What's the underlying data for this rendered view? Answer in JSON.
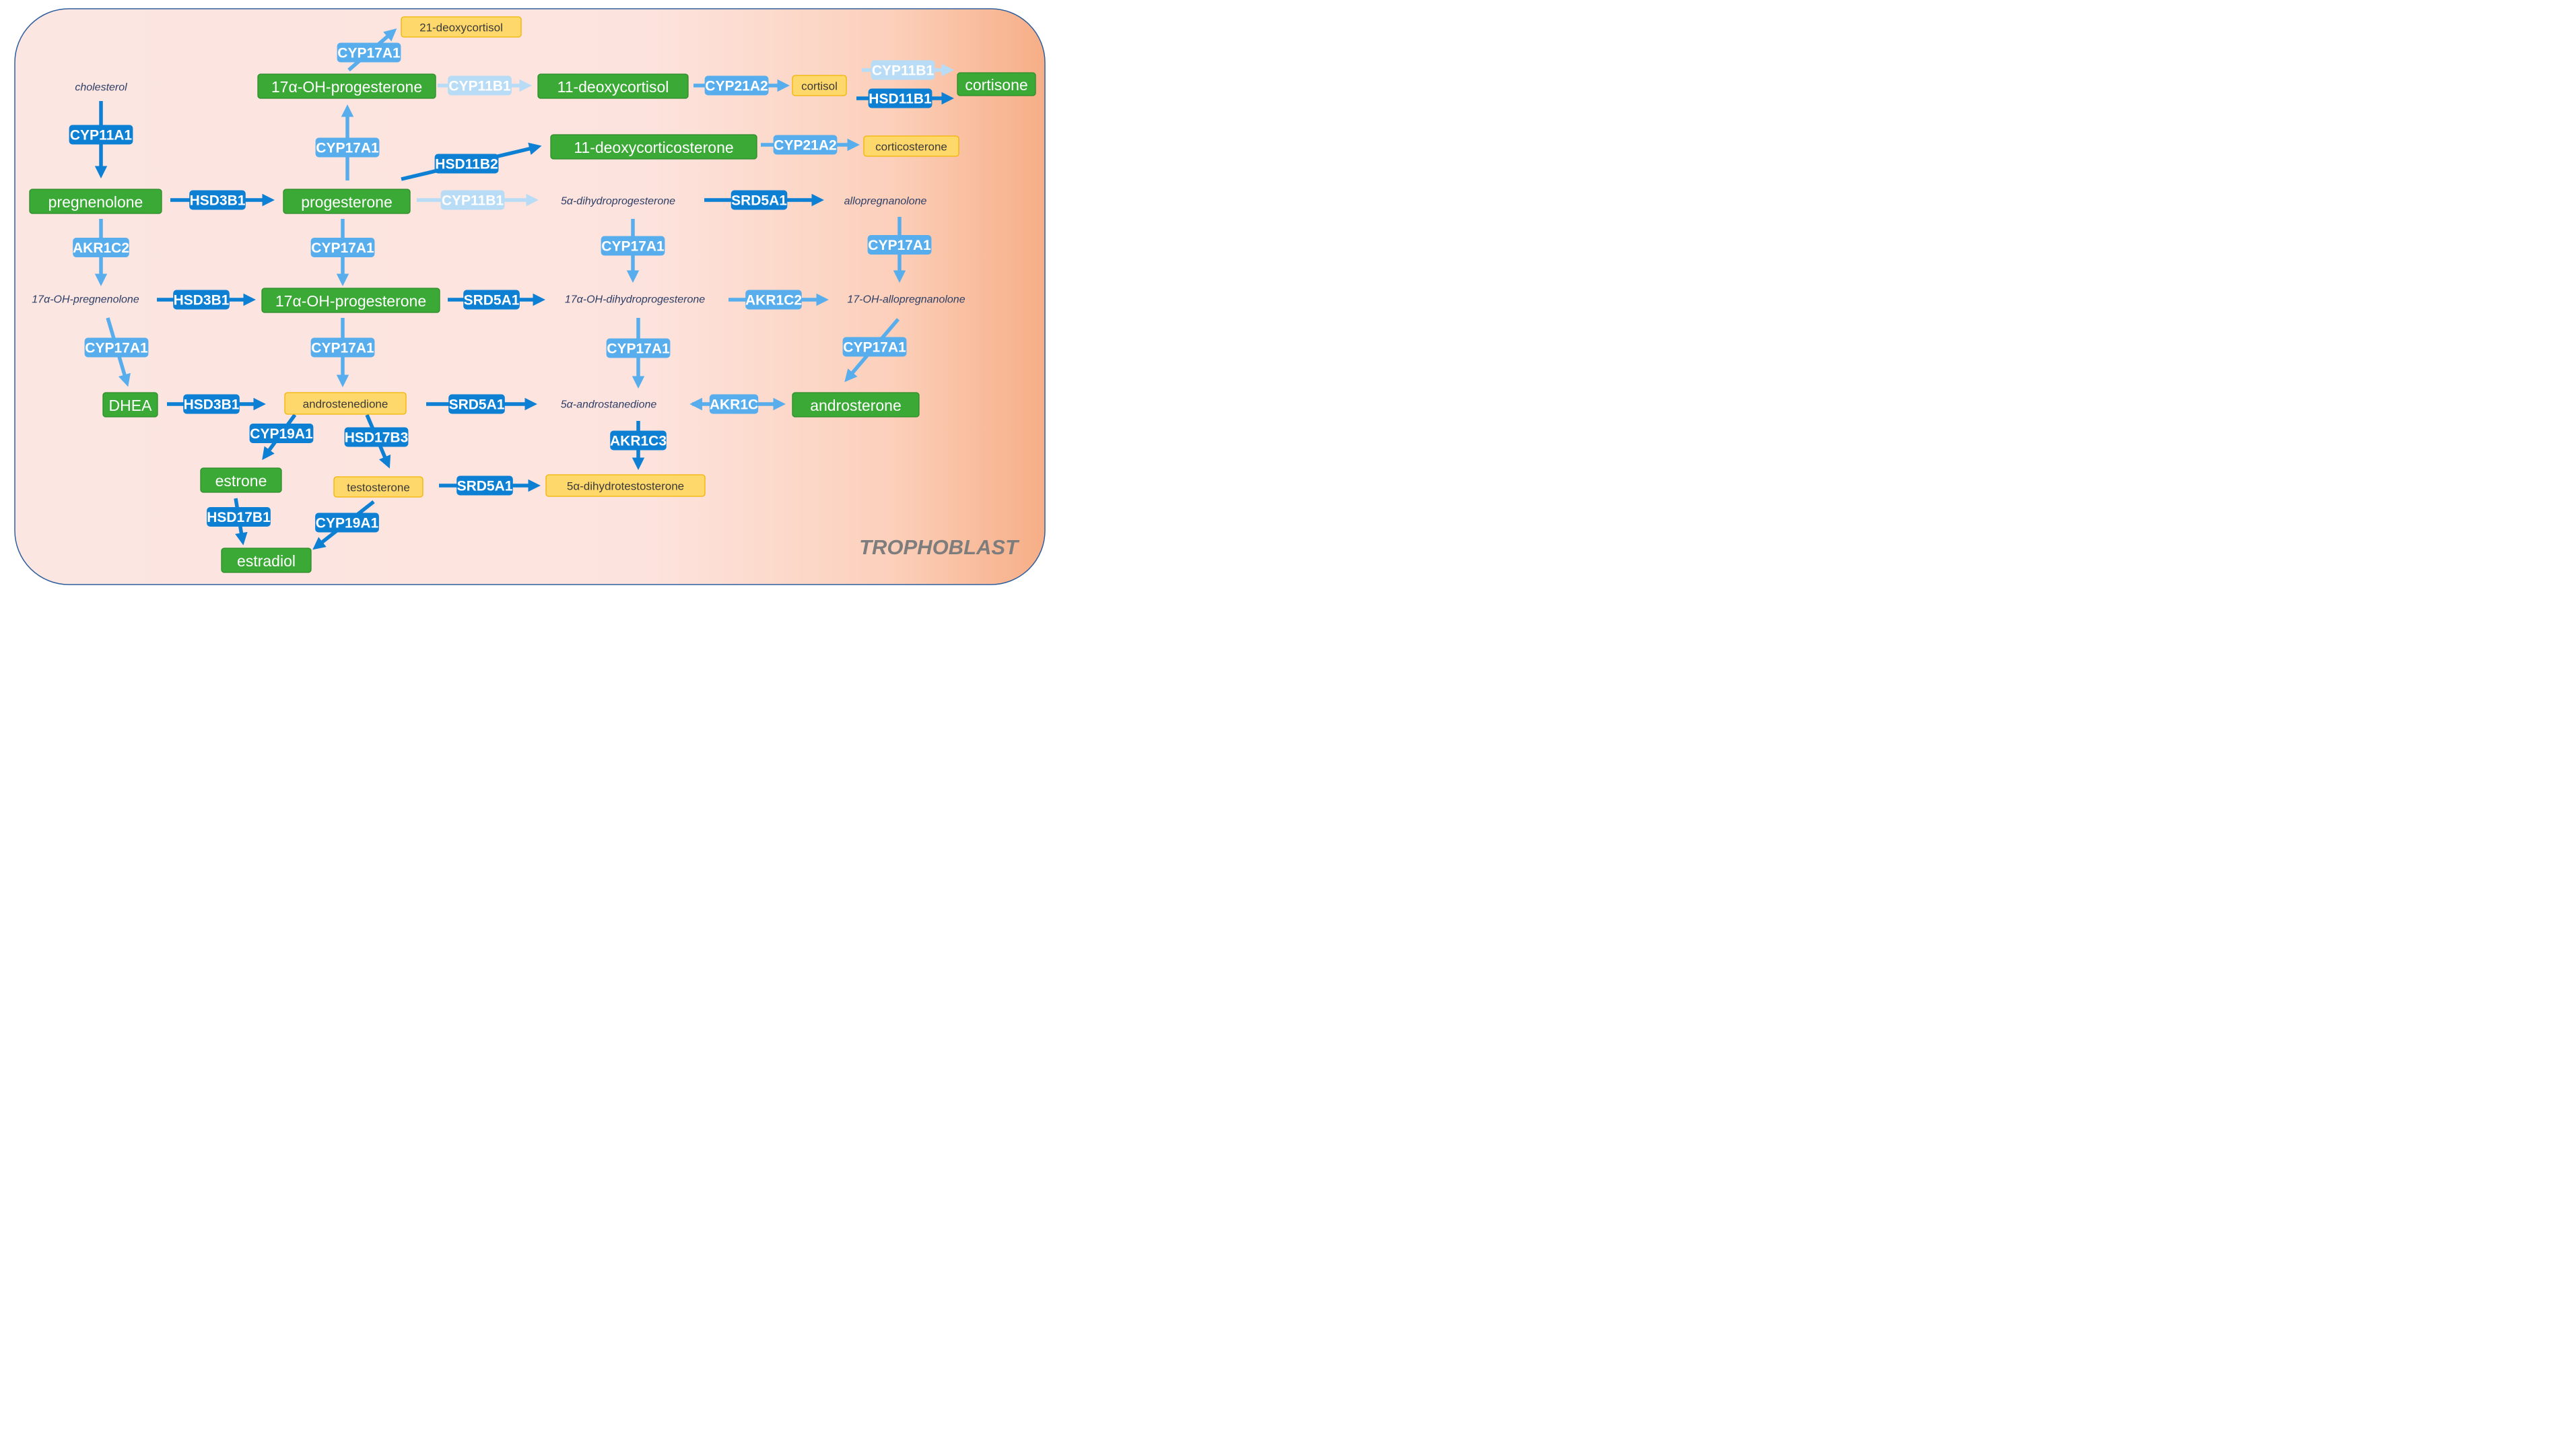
{
  "colors": {
    "green": "#3aa935",
    "green_border": "#2e8b2a",
    "yellow": "#ffd86b",
    "yellow_border": "#f2b400",
    "enzyme_dark": "#0d80d4",
    "enzyme_mid": "#58aeec",
    "enzyme_light": "#b8dcf6",
    "text_italic": "#2d3e66",
    "container_border": "#2f5f9e",
    "watermark": "#7d7d7d"
  },
  "label": "TROPHOBLAST",
  "metabolites": [
    {
      "name": "cholesterol",
      "style": "italic"
    },
    {
      "name": "pregnenolone",
      "style": "green"
    },
    {
      "name": "progesterone",
      "style": "green"
    },
    {
      "name": "17α-OH-progesterone",
      "style": "green"
    },
    {
      "name": "11-deoxycortisol",
      "style": "green"
    },
    {
      "name": "cortisol",
      "style": "yellow"
    },
    {
      "name": "cortisone",
      "style": "green"
    },
    {
      "name": "21-deoxycortisol",
      "style": "yellow"
    },
    {
      "name": "11-deoxycorticosterone",
      "style": "green"
    },
    {
      "name": "corticosterone",
      "style": "yellow"
    },
    {
      "name": "5α-dihydroprogesterone",
      "style": "italic"
    },
    {
      "name": "allopregnanolone",
      "style": "italic"
    },
    {
      "name": "17α-OH-pregnenolone",
      "style": "italic"
    },
    {
      "name": "17α-OH-progesterone",
      "style": "green"
    },
    {
      "name": "17α-OH-dihydroprogesterone",
      "style": "italic"
    },
    {
      "name": "17-OH-allopregnanolone",
      "style": "italic"
    },
    {
      "name": "DHEA",
      "style": "green"
    },
    {
      "name": "androstenedione",
      "style": "yellow"
    },
    {
      "name": "5α-androstanedione",
      "style": "italic"
    },
    {
      "name": "androsterone",
      "style": "green"
    },
    {
      "name": "estrone",
      "style": "green"
    },
    {
      "name": "testosterone",
      "style": "yellow"
    },
    {
      "name": "5α-dihydrotestosterone",
      "style": "yellow"
    },
    {
      "name": "estradiol",
      "style": "green"
    }
  ],
  "enzymes": [
    {
      "name": "CYP11A1",
      "shade": "dark"
    },
    {
      "name": "HSD3B1",
      "shade": "dark"
    },
    {
      "name": "CYP17A1",
      "shade": "mid"
    },
    {
      "name": "CYP17A1",
      "shade": "mid"
    },
    {
      "name": "CYP11B1",
      "shade": "light"
    },
    {
      "name": "CYP21A2",
      "shade": "mid"
    },
    {
      "name": "CYP11B1",
      "shade": "light"
    },
    {
      "name": "HSD11B1",
      "shade": "dark"
    },
    {
      "name": "HSD11B2",
      "shade": "dark"
    },
    {
      "name": "CYP21A2",
      "shade": "mid"
    },
    {
      "name": "CYP11B1",
      "shade": "light"
    },
    {
      "name": "SRD5A1",
      "shade": "dark"
    },
    {
      "name": "AKR1C2",
      "shade": "mid"
    },
    {
      "name": "CYP17A1",
      "shade": "mid"
    },
    {
      "name": "CYP17A1",
      "shade": "mid"
    },
    {
      "name": "CYP17A1",
      "shade": "mid"
    },
    {
      "name": "HSD3B1",
      "shade": "dark"
    },
    {
      "name": "SRD5A1",
      "shade": "dark"
    },
    {
      "name": "AKR1C2",
      "shade": "mid"
    },
    {
      "name": "CYP17A1",
      "shade": "mid"
    },
    {
      "name": "CYP17A1",
      "shade": "mid"
    },
    {
      "name": "CYP17A1",
      "shade": "mid"
    },
    {
      "name": "CYP17A1",
      "shade": "mid"
    },
    {
      "name": "HSD3B1",
      "shade": "dark"
    },
    {
      "name": "SRD5A1",
      "shade": "dark"
    },
    {
      "name": "AKR1C",
      "shade": "mid"
    },
    {
      "name": "AKR1C3",
      "shade": "dark"
    },
    {
      "name": "CYP19A1",
      "shade": "dark"
    },
    {
      "name": "HSD17B3",
      "shade": "dark"
    },
    {
      "name": "SRD5A1",
      "shade": "dark"
    },
    {
      "name": "HSD17B1",
      "shade": "dark"
    },
    {
      "name": "CYP19A1",
      "shade": "dark"
    }
  ]
}
